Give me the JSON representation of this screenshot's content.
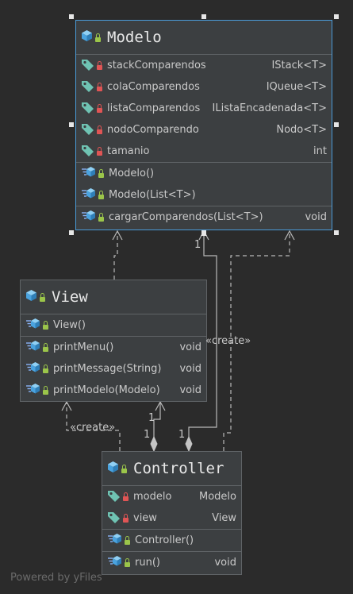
{
  "modelo": {
    "name": "Modelo",
    "fields": [
      {
        "name": "stackComparendos",
        "type": "IStack<T>"
      },
      {
        "name": "colaComparendos",
        "type": "IQueue<T>"
      },
      {
        "name": "listaComparendos",
        "type": "IListaEncadenada<T>"
      },
      {
        "name": "nodoComparendo",
        "type": "Nodo<T>"
      },
      {
        "name": "tamanio",
        "type": "int"
      }
    ],
    "constructors": [
      "Modelo()",
      "Modelo(List<T>)"
    ],
    "methods": [
      {
        "name": "cargarComparendos(List<T>)",
        "type": "void"
      }
    ]
  },
  "view": {
    "name": "View",
    "constructors": [
      "View()"
    ],
    "methods": [
      {
        "name": "printMenu()",
        "type": "void"
      },
      {
        "name": "printMessage(String)",
        "type": "void"
      },
      {
        "name": "printModelo(Modelo)",
        "type": "void"
      }
    ]
  },
  "controller": {
    "name": "Controller",
    "fields": [
      {
        "name": "modelo",
        "type": "Modelo"
      },
      {
        "name": "view",
        "type": "View"
      }
    ],
    "constructors": [
      "Controller()"
    ],
    "methods": [
      {
        "name": "run()",
        "type": "void"
      }
    ]
  },
  "edges": {
    "create_label": "«create»",
    "mult_one": "1"
  },
  "icons": {
    "class": "class-cube-icon",
    "field": "field-tag-icon",
    "method": "method-icon",
    "lock": "lock-icon"
  },
  "colors": {
    "background": "#2b2b2b",
    "node": "#3c3f41",
    "selection": "#4a9bd8",
    "class_icon": "#4aa3df",
    "field_icon": "#6fc3b3",
    "lock_public": "#9bc54a",
    "lock_private": "#e05555"
  },
  "footer": "Powered by yFiles"
}
